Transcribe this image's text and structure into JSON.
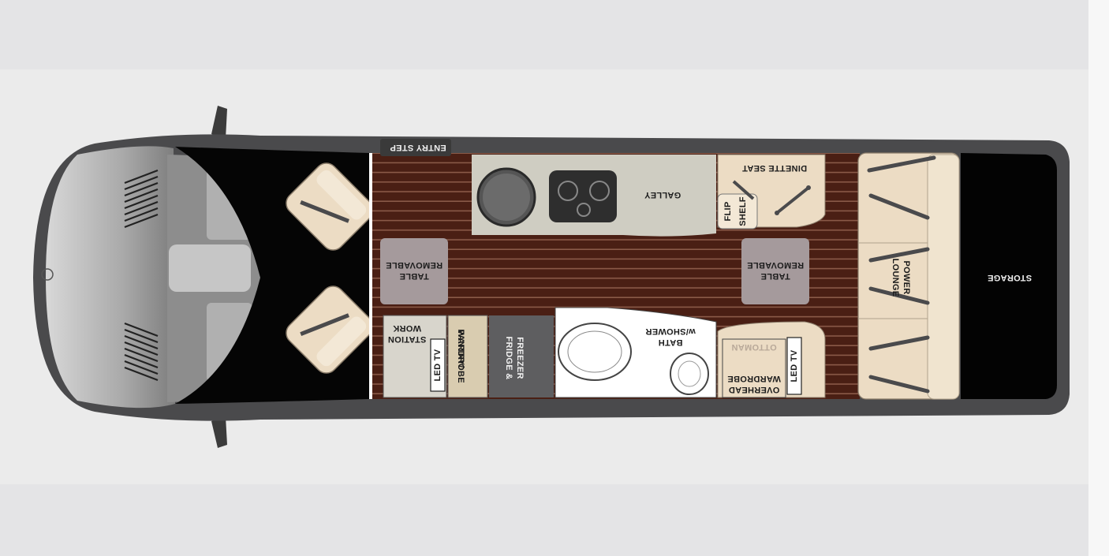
{
  "floorplan": {
    "labels": {
      "entry_step": "ENTRY STEP",
      "galley": "GALLEY",
      "dinette_seat": "DINETTE SEAT",
      "flip_shelf_1": "FLIP",
      "flip_shelf_2": "SHELF",
      "removable_table_front_1": "REMOVABLE",
      "removable_table_front_2": "TABLE",
      "removable_table_rear_1": "REMOVABLE",
      "removable_table_rear_2": "TABLE",
      "work_station_1": "WORK",
      "work_station_2": "STATION",
      "led_tv_front": "LED TV",
      "pantry_wardrobe_1": "PANTRY/",
      "pantry_wardrobe_2": "WARDROBE",
      "fridge_freezer_1": "FRIDGE &",
      "fridge_freezer_2": "FREEZER",
      "bath_1": "BATH",
      "bath_2": "w/SHOWER",
      "ottoman": "OTTOMAN",
      "overhead_wardrobe_1": "OVERHEAD",
      "overhead_wardrobe_2": "WARDROBE",
      "led_tv_rear": "LED TV",
      "power_lounge_1": "POWER",
      "power_lounge_2": "LOUNGE",
      "storage": "STORAGE"
    },
    "colors": {
      "body": "#4a4a4c",
      "cab_floor": "#050505",
      "wood_floor": "#4a1f14",
      "wood_line": "#8a5a48",
      "upholstery": "#ecdcc4",
      "counter": "#cfcdc2",
      "fridge": "#5e5e60",
      "bath": "#ffffff",
      "table": "#a59a9c"
    }
  }
}
